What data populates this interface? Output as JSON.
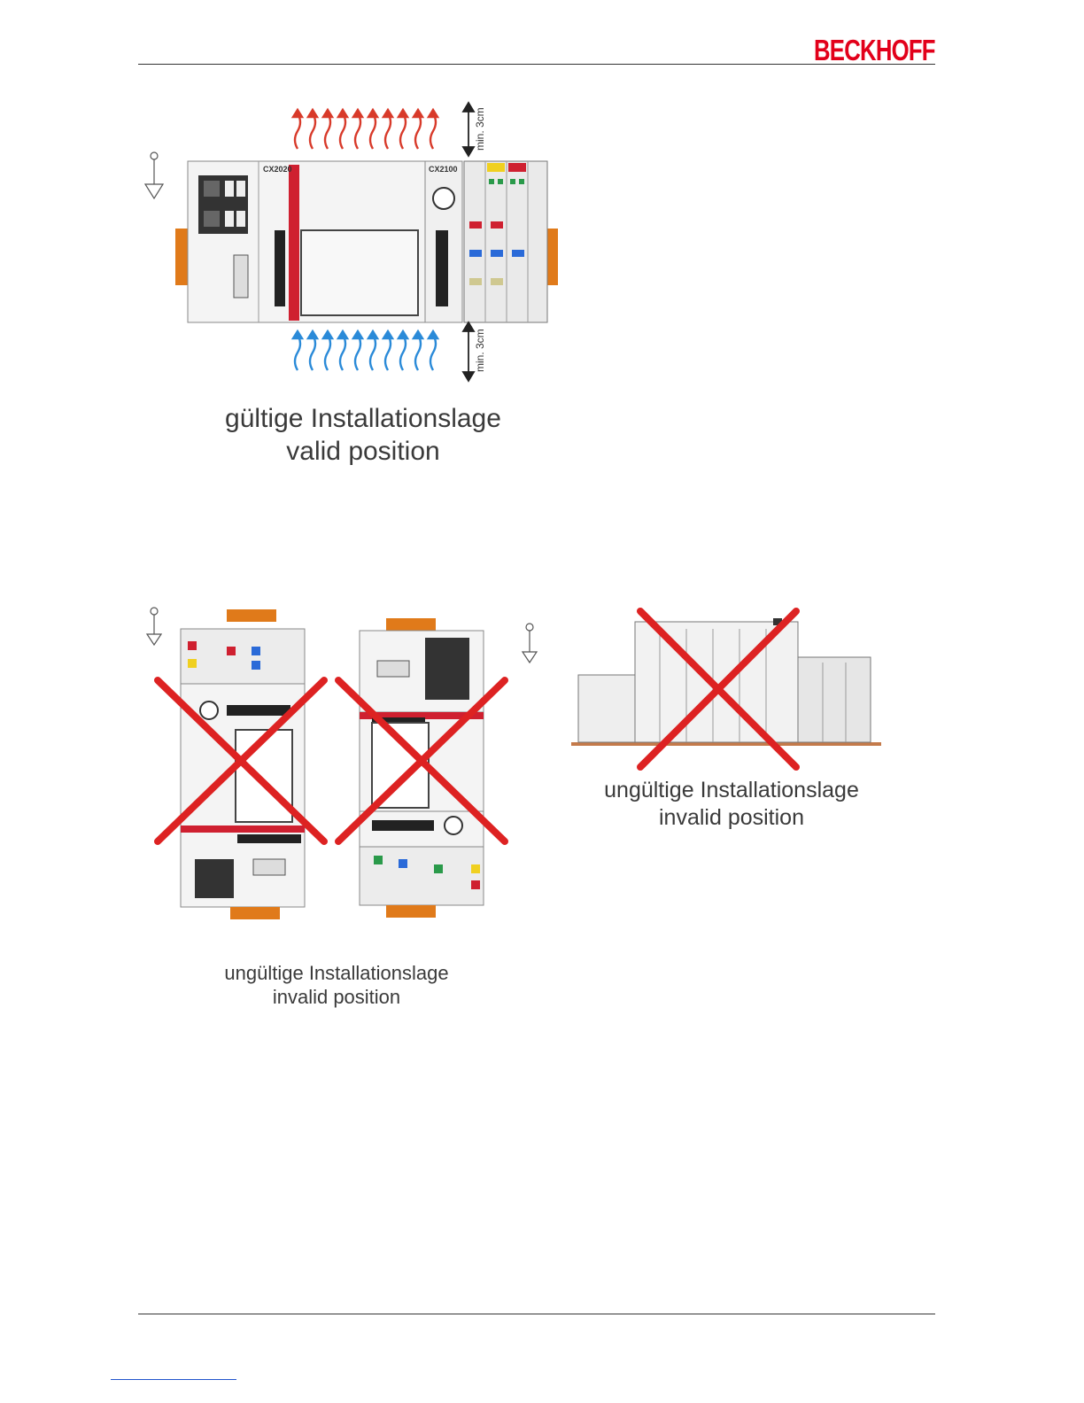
{
  "header": {
    "logo_text": "BECKHOFF",
    "brand_color": "#e2001a"
  },
  "figure_valid": {
    "module_left_label": "CX2020",
    "module_right_label": "CX2100",
    "clearance_top": "min. 3cm",
    "clearance_bottom": "min. 3cm",
    "caption_de": "gültige Installationslage",
    "caption_en": "valid position"
  },
  "figure_invalid_vertical": {
    "caption_de": "ungültige Installationslage",
    "caption_en": "invalid position"
  },
  "figure_invalid_horizontal": {
    "caption_de": "ungültige Installationslage",
    "caption_en": "invalid position"
  },
  "colors": {
    "warm_air": "#d83a2a",
    "cool_air": "#2a8ad8",
    "cross": "#dd2222",
    "din_rail": "#e07a1a"
  }
}
